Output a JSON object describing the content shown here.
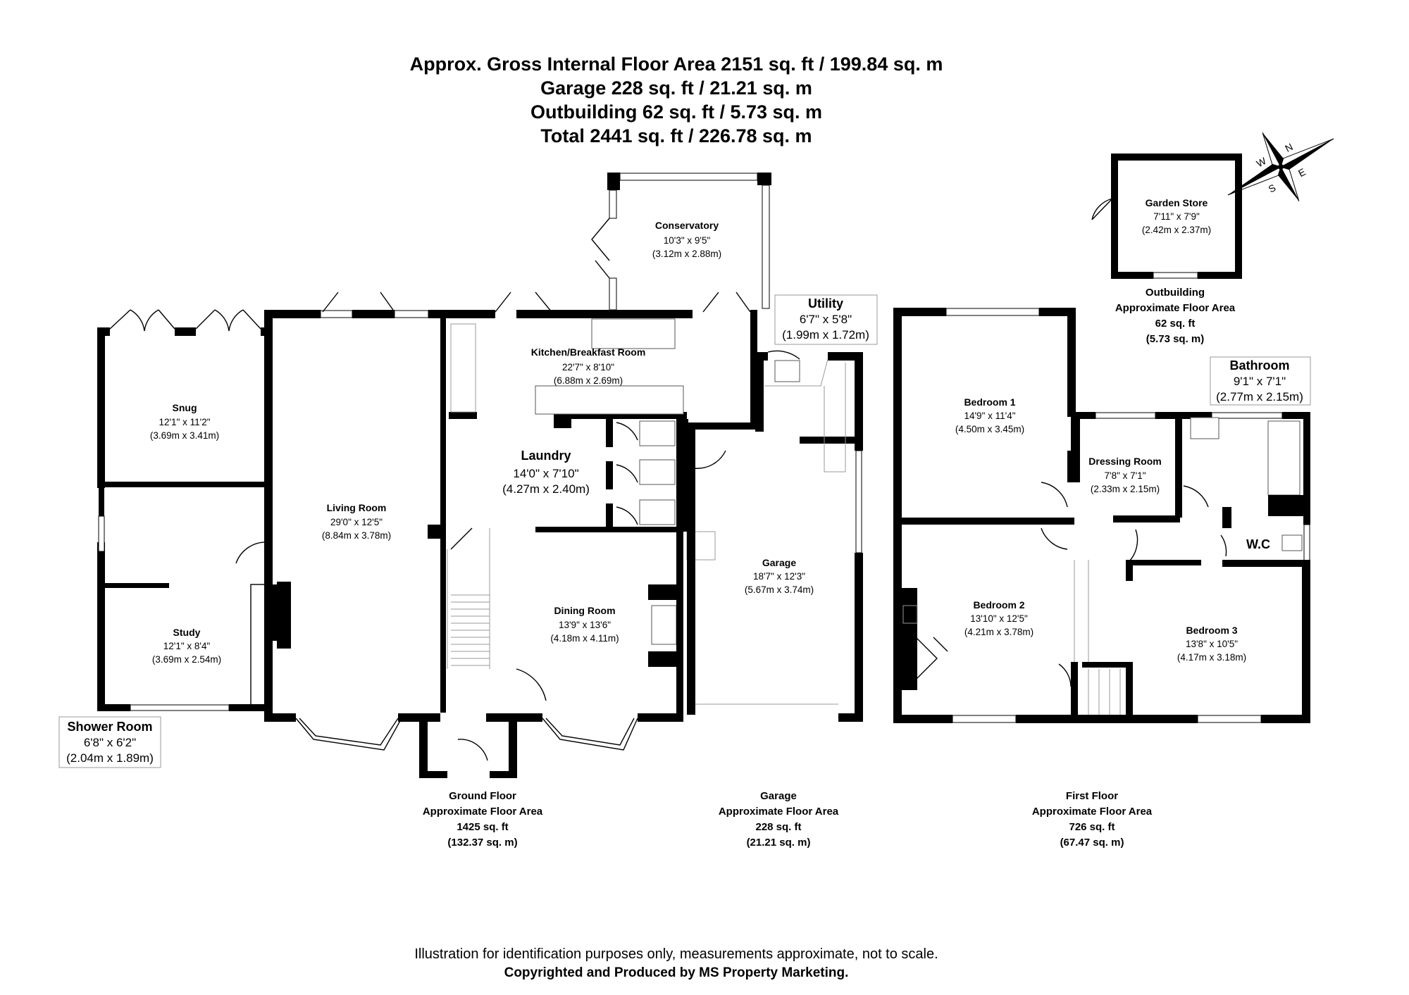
{
  "header": {
    "line1": "Approx. Gross Internal Floor Area 2151 sq. ft / 199.84 sq. m",
    "line2": "Garage 228 sq. ft / 21.21 sq. m",
    "line3": "Outbuilding 62 sq. ft / 5.73 sq. m",
    "line4": "Total 2441 sq. ft / 226.78 sq. m"
  },
  "compass": {
    "n": "N",
    "e": "E",
    "s": "S",
    "w": "W"
  },
  "rooms": {
    "conservatory": {
      "name": "Conservatory",
      "imperial": "10'3\" x 9'5\"",
      "metric": "(3.12m x 2.88m)"
    },
    "kitchen": {
      "name": "Kitchen/Breakfast Room",
      "imperial": "22'7\" x 8'10\"",
      "metric": "(6.88m x 2.69m)"
    },
    "laundry": {
      "name": "Laundry",
      "imperial": "14'0\" x 7'10\"",
      "metric": "(4.27m x 2.40m)"
    },
    "snug": {
      "name": "Snug",
      "imperial": "12'1\" x 11'2\"",
      "metric": "(3.69m x 3.41m)"
    },
    "living": {
      "name": "Living Room",
      "imperial": "29'0\" x 12'5\"",
      "metric": "(8.84m x 3.78m)"
    },
    "study": {
      "name": "Study",
      "imperial": "12'1\" x 8'4\"",
      "metric": "(3.69m x 2.54m)"
    },
    "shower": {
      "name": "Shower Room",
      "imperial": "6'8\" x 6'2\"",
      "metric": "(2.04m x 1.89m)"
    },
    "dining": {
      "name": "Dining Room",
      "imperial": "13'9\" x 13'6\"",
      "metric": "(4.18m x 4.11m)"
    },
    "utility": {
      "name": "Utility",
      "imperial": "6'7\" x 5'8\"",
      "metric": "(1.99m x 1.72m)"
    },
    "garage": {
      "name": "Garage",
      "imperial": "18'7\" x 12'3\"",
      "metric": "(5.67m x 3.74m)"
    },
    "garden_store": {
      "name": "Garden Store",
      "imperial": "7'11\" x 7'9\"",
      "metric": "(2.42m x 2.37m)"
    },
    "bedroom1": {
      "name": "Bedroom 1",
      "imperial": "14'9\" x 11'4\"",
      "metric": "(4.50m x 3.45m)"
    },
    "dressing": {
      "name": "Dressing Room",
      "imperial": "7'8\" x 7'1\"",
      "metric": "(2.33m x 2.15m)"
    },
    "bathroom": {
      "name": "Bathroom",
      "imperial": "9'1\" x 7'1\"",
      "metric": "(2.77m x 2.15m)"
    },
    "wc": {
      "name": "W.C"
    },
    "bedroom2": {
      "name": "Bedroom 2",
      "imperial": "13'10\" x 12'5\"",
      "metric": "(4.21m x 3.78m)"
    },
    "bedroom3": {
      "name": "Bedroom 3",
      "imperial": "13'8\" x 10'5\"",
      "metric": "(4.17m x 3.18m)"
    }
  },
  "floors": {
    "ground": {
      "l1": "Ground Floor",
      "l2": "Approximate Floor Area",
      "l3": "1425 sq. ft",
      "l4": "(132.37 sq. m)"
    },
    "garage": {
      "l1": "Garage",
      "l2": "Approximate Floor Area",
      "l3": "228 sq. ft",
      "l4": "(21.21 sq. m)"
    },
    "first": {
      "l1": "First Floor",
      "l2": "Approximate Floor Area",
      "l3": "726 sq. ft",
      "l4": "(67.47 sq. m)"
    },
    "outbuilding": {
      "l1": "Outbuilding",
      "l2": "Approximate Floor Area",
      "l3": "62 sq. ft",
      "l4": "(5.73 sq. m)"
    }
  },
  "footer": {
    "line1": "Illustration for identification purposes only, measurements approximate, not to scale.",
    "line2": "Copyrighted  and Produced by MS Property Marketing."
  }
}
